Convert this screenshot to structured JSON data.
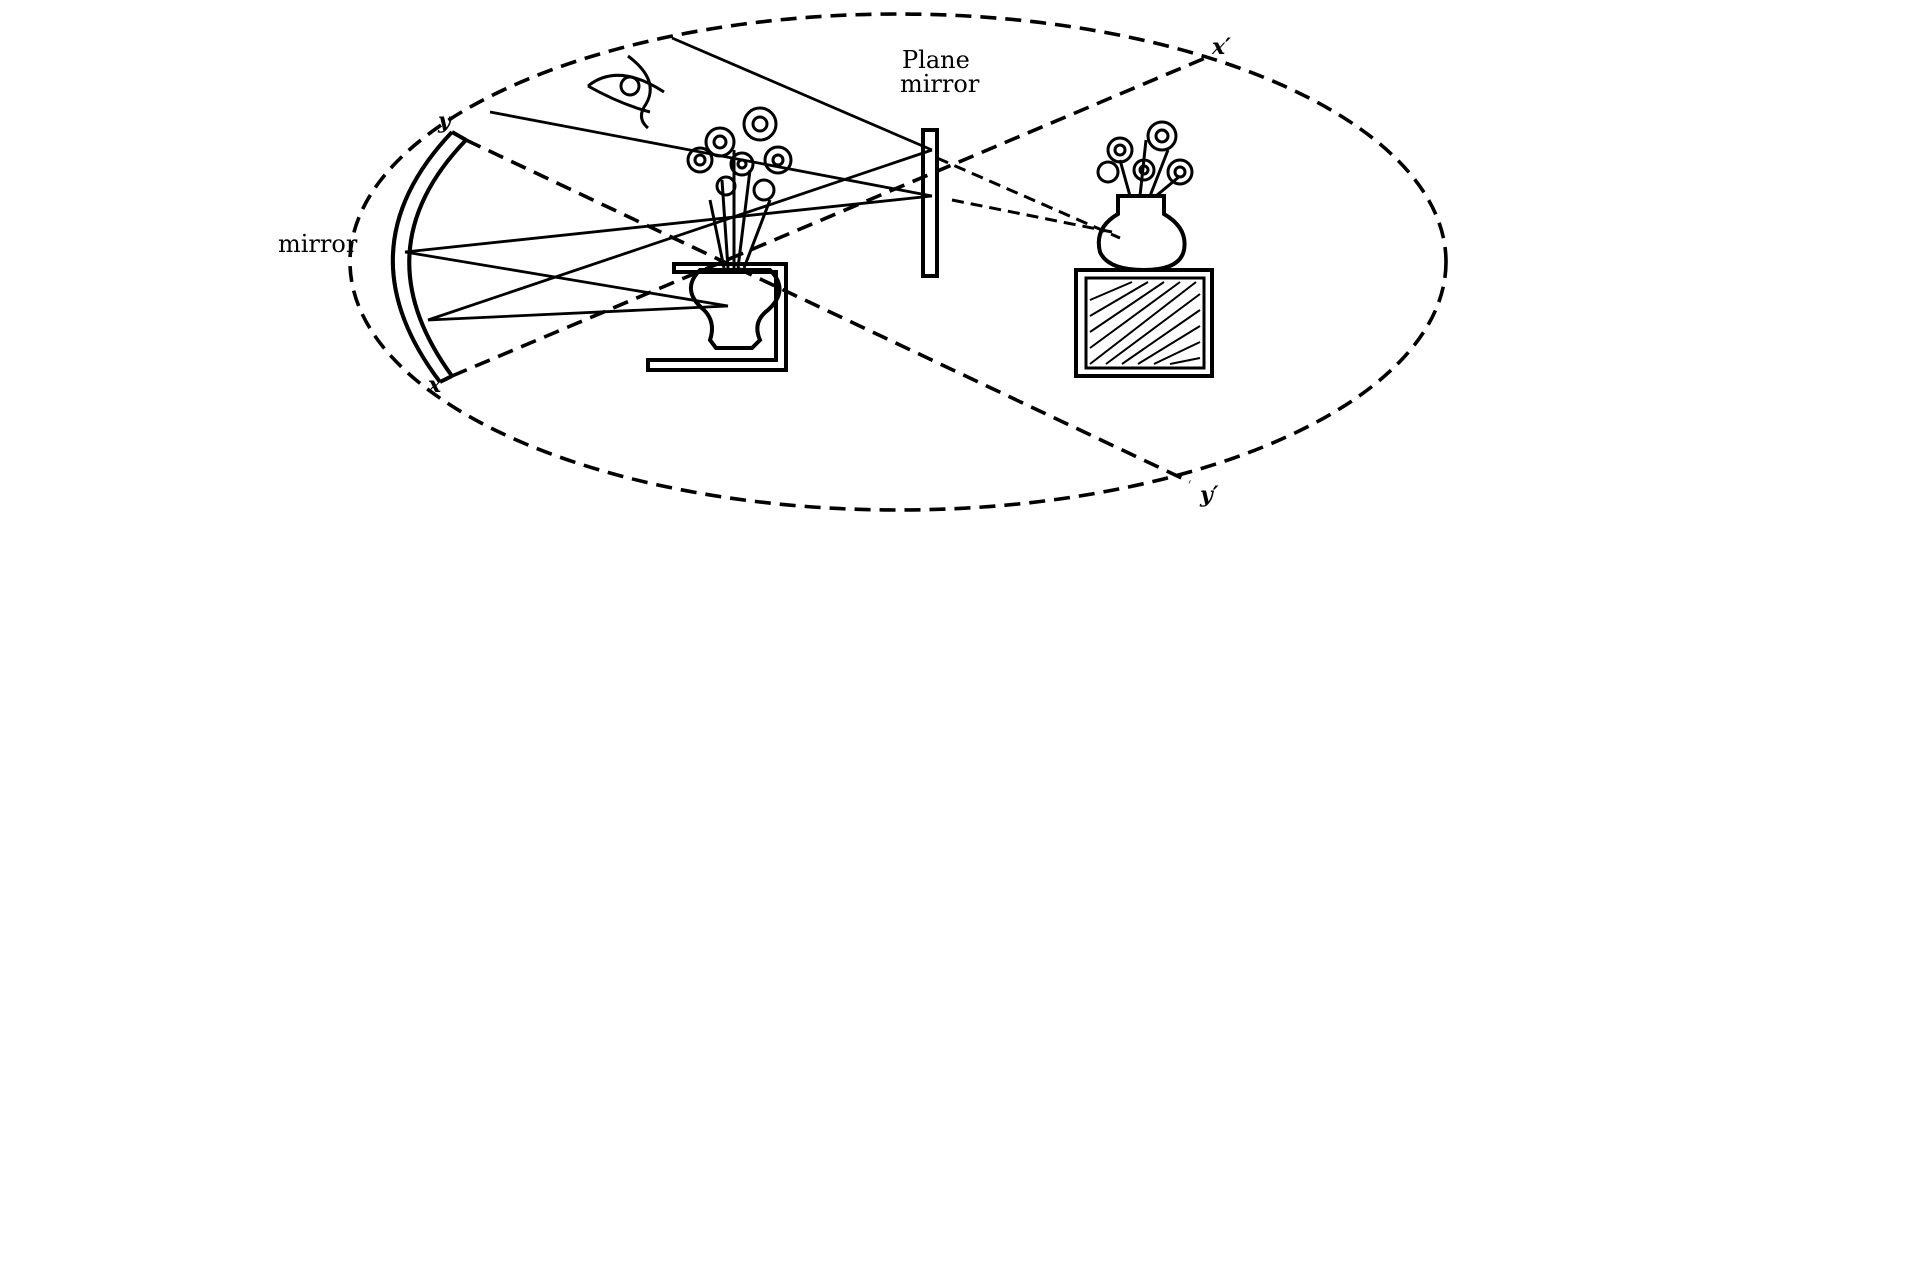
{
  "labels": {
    "plane_mirror_line1": "Plane",
    "plane_mirror_line2": "mirror",
    "mirror": "mirror",
    "point_x": "x",
    "point_y": "y",
    "point_x_prime": "x′",
    "point_y_prime": "y′"
  },
  "colors": {
    "ink": "#000000",
    "background": "#ffffff"
  },
  "icons": {
    "observer": "eye-icon",
    "object": "flower-vase-icon",
    "image": "flower-vase-image-icon"
  }
}
